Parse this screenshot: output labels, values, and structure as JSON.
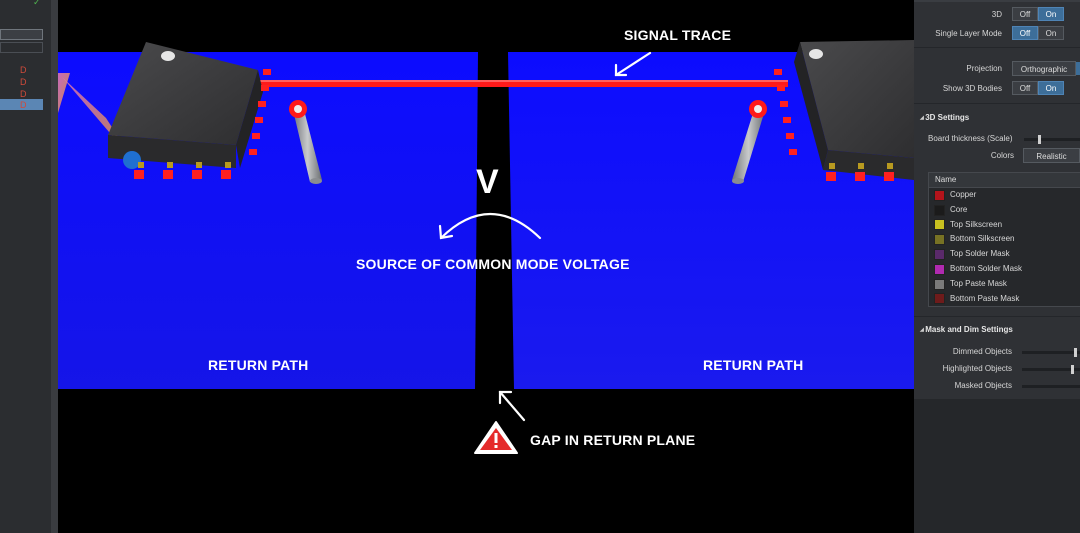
{
  "left_panel": {
    "markers": [
      "D",
      "D",
      "D",
      "D"
    ]
  },
  "viewport": {
    "labels": {
      "signal_trace": "SIGNAL TRACE",
      "v": "V",
      "common_mode": "SOURCE OF COMMON MODE VOLTAGE",
      "return_left": "RETURN PATH",
      "return_right": "RETURN PATH",
      "gap": "GAP IN RETURN PLANE"
    },
    "colors": {
      "plane": "#1010ff",
      "trace": "#ff1a1a",
      "chip": "#3a3a3c",
      "warning": "#e52b2b"
    }
  },
  "settings": {
    "view_3d": {
      "label": "3D",
      "off": "Off",
      "on": "On"
    },
    "single_layer": {
      "label": "Single Layer Mode",
      "off": "Off",
      "on": "On"
    },
    "projection": {
      "label": "Projection",
      "value": "Orthographic"
    },
    "show_3d_bodies": {
      "label": "Show 3D Bodies",
      "off": "Off",
      "on": "On"
    },
    "section_3d": "3D Settings",
    "board_thickness": {
      "label": "Board thickness (Scale)"
    },
    "colors": {
      "label": "Colors",
      "value": "Realistic"
    },
    "layers_header": "Name",
    "layers": [
      {
        "name": "Copper",
        "color": "#b3141b"
      },
      {
        "name": "Core",
        "color": "#1b1b1b"
      },
      {
        "name": "Top Silkscreen",
        "color": "#c8c020"
      },
      {
        "name": "Bottom Silkscreen",
        "color": "#777224"
      },
      {
        "name": "Top Solder Mask",
        "color": "#5a2a6a"
      },
      {
        "name": "Bottom Solder Mask",
        "color": "#b02ab0"
      },
      {
        "name": "Top Paste Mask",
        "color": "#7a7a7a"
      },
      {
        "name": "Bottom Paste Mask",
        "color": "#6e1b1b"
      }
    ],
    "section_mask": "Mask and Dim Settings",
    "dimmed": {
      "label": "Dimmed Objects",
      "level": 0.92
    },
    "highlighted": {
      "label": "Highlighted Objects",
      "level": 0.86
    },
    "masked": {
      "label": "Masked Objects"
    }
  }
}
